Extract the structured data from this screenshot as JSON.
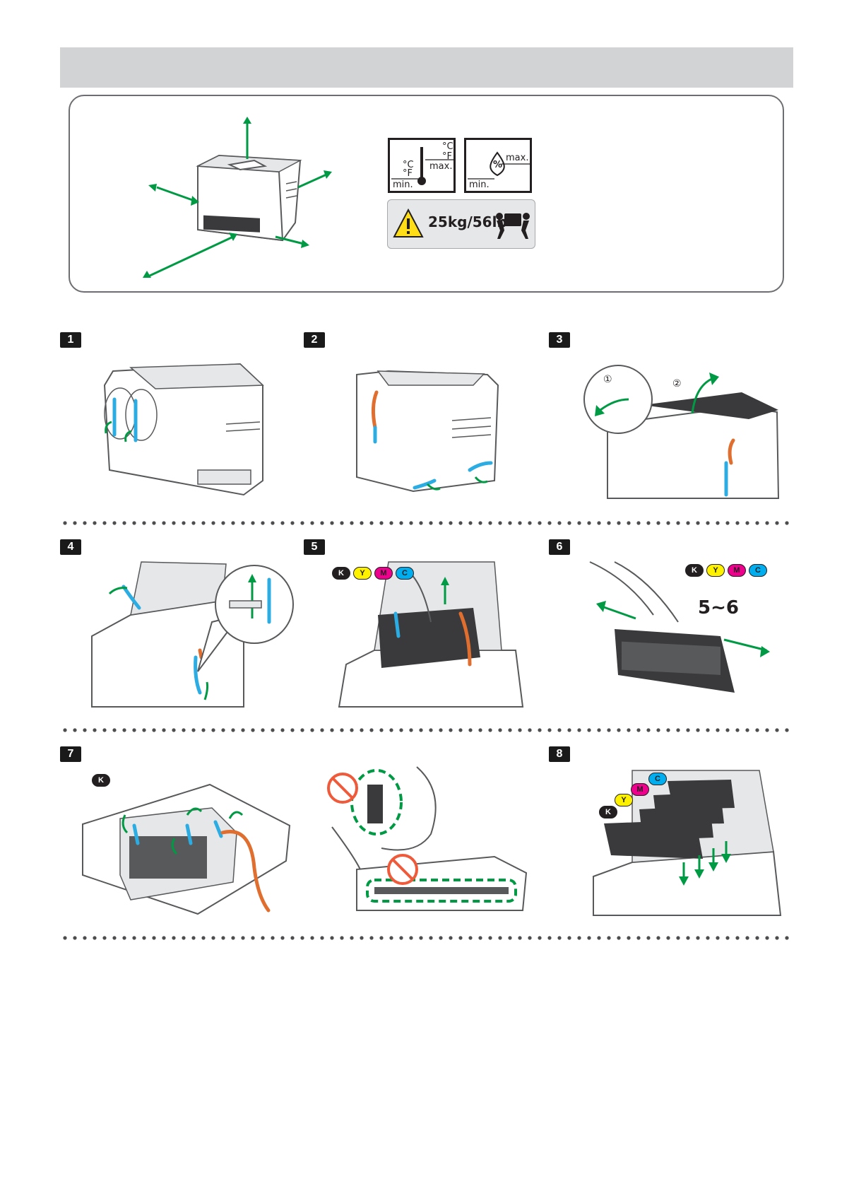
{
  "env": {
    "temp_c_top": "°C",
    "temp_f_top": "°F",
    "temp_c_left": "°C",
    "temp_f_left": "°F",
    "temp_max": "max.",
    "temp_min": "min.",
    "humidity_symbol": "%",
    "humidity_max": "max.",
    "humidity_min": "min.",
    "weight_label": "25kg/56lb"
  },
  "steps": [
    {
      "number": "1"
    },
    {
      "number": "2"
    },
    {
      "number": "3",
      "callouts": [
        "①",
        "②"
      ]
    },
    {
      "number": "4"
    },
    {
      "number": "5",
      "chips": [
        "K",
        "Y",
        "M",
        "C"
      ]
    },
    {
      "number": "6",
      "chips": [
        "K",
        "Y",
        "M",
        "C"
      ],
      "shake_count": "5~6"
    },
    {
      "number": "7",
      "chip": "K"
    },
    {
      "number": "8",
      "chips": [
        "K",
        "Y",
        "M",
        "C"
      ]
    }
  ],
  "colors": {
    "arrow_green": "#009a44",
    "tape_blue": "#2bace2",
    "tape_orange": "#e06f2f",
    "header_gray": "#d2d3d4",
    "toner_k": "#231f20",
    "toner_y": "#fff200",
    "toner_m": "#ec008c",
    "toner_c": "#00aeef",
    "prohibit_red": "#ef5a3b"
  },
  "icons": [
    "arrow-icon",
    "thermometer-icon",
    "humidity-icon",
    "warning-icon",
    "two-person-lift-icon",
    "no-touch-icon"
  ]
}
